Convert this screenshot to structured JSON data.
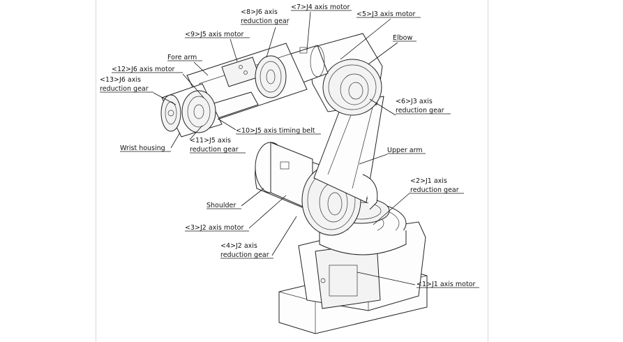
{
  "labels": {
    "j6_reduction_gear_top": [
      "<8>J6 axis",
      "reduction gear"
    ],
    "j4_motor": "<7>J4 axis motor",
    "j3_motor": "<5>J3 axis motor",
    "elbow": "Elbow",
    "j5_motor": "<9>J5 axis motor",
    "fore_arm": "Fore arm",
    "j6_motor": "<12>J6 axis motor",
    "j6_reduction_gear_13": [
      "<13>J6 axis",
      "reduction gear"
    ],
    "j3_reduction_gear": [
      "<6>J3 axis",
      "reduction gear"
    ],
    "j5_timing_belt": "<10>J5 axis timing belt",
    "j5_reduction_gear": [
      "<11>J5 axis",
      "reduction gear"
    ],
    "wrist_housing": "Wrist housing",
    "upper_arm": "Upper arm",
    "j1_reduction_gear": [
      "<2>J1 axis",
      "reduction gear"
    ],
    "shoulder": "Shoulder",
    "j2_motor": "<3>J2 axis motor",
    "j2_reduction_gear": [
      "<4>J2 axis",
      "reduction gear"
    ],
    "j1_motor": "<1>J1 axis motor"
  }
}
